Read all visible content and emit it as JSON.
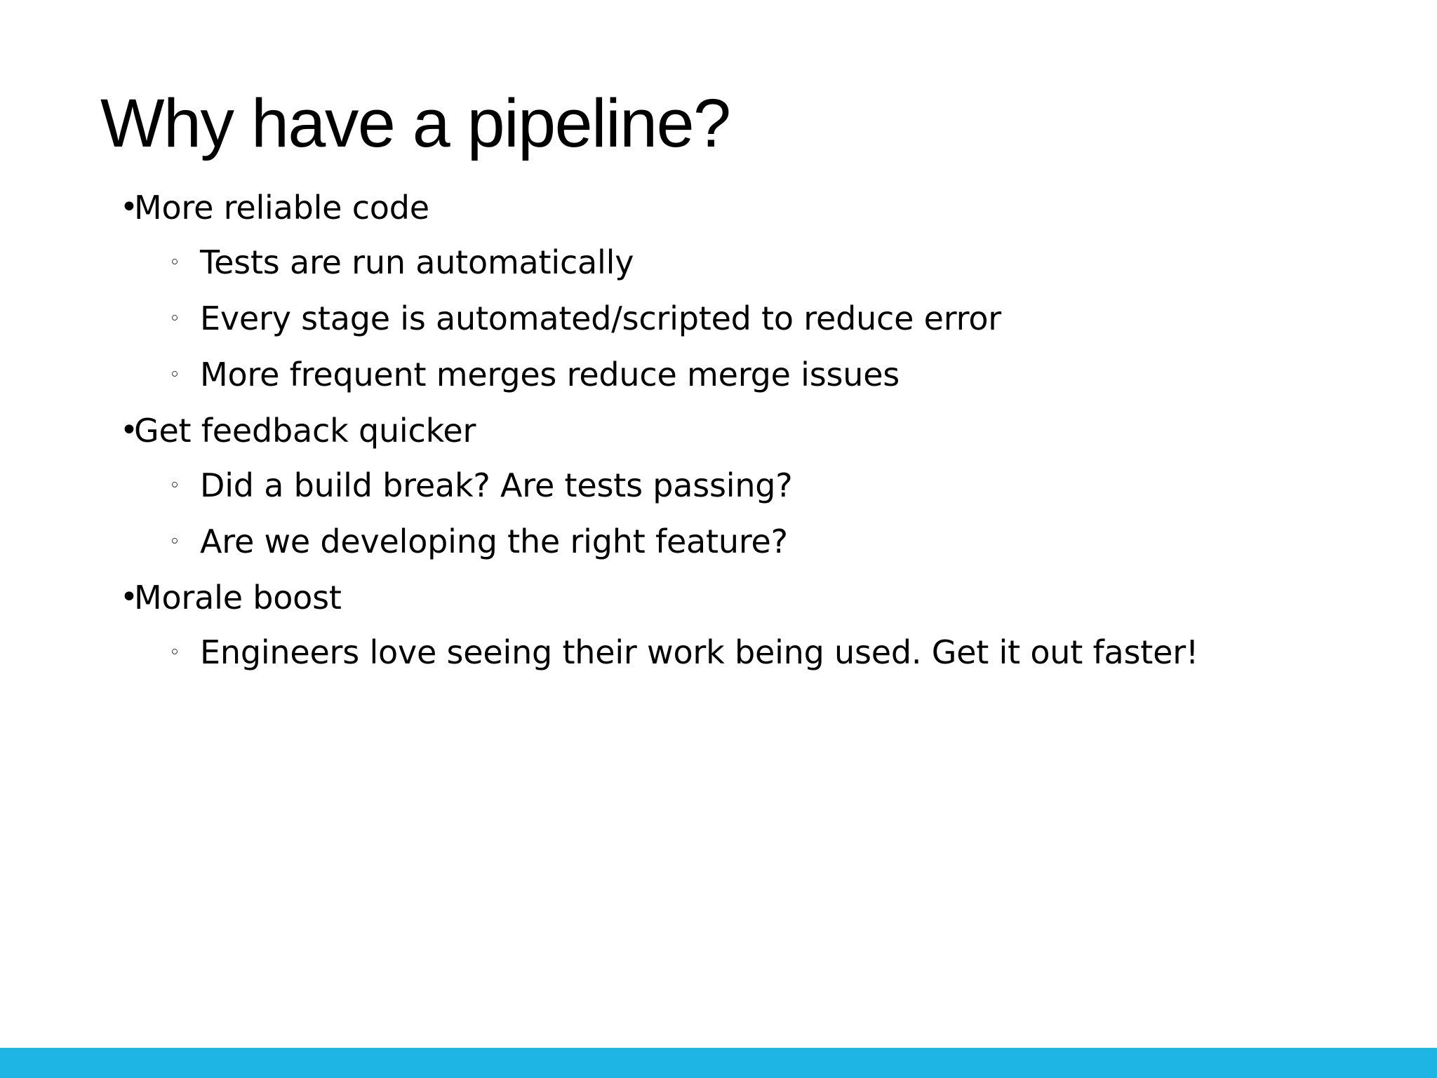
{
  "slide": {
    "title": "Why have a pipeline?",
    "background_color": "#FFFFFF",
    "text_color": "#000000",
    "accent_bar_color": "#1EB5E5",
    "markers": {
      "level1": "•",
      "level2": "◦"
    },
    "bullets": [
      {
        "level": 1,
        "text": "More reliable code"
      },
      {
        "level": 2,
        "text": "Tests are run automatically"
      },
      {
        "level": 2,
        "text": "Every stage is automated/scripted to reduce error"
      },
      {
        "level": 2,
        "text": "More frequent merges reduce merge issues"
      },
      {
        "level": 1,
        "text": "Get feedback quicker"
      },
      {
        "level": 2,
        "text": "Did a build break? Are tests passing?"
      },
      {
        "level": 2,
        "text": "Are we developing the right feature?"
      },
      {
        "level": 1,
        "text": "Morale boost"
      },
      {
        "level": 2,
        "text": "Engineers love seeing their work being used. Get it out faster!"
      }
    ]
  }
}
